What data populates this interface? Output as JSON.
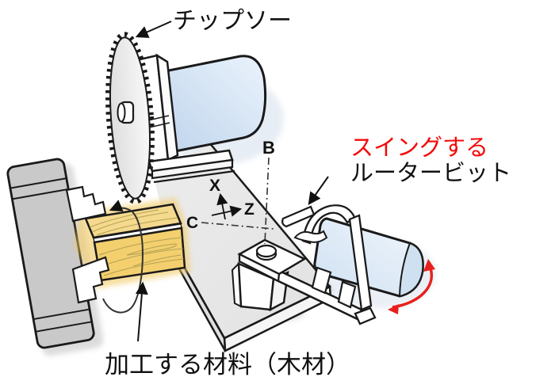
{
  "diagram": {
    "labels": {
      "saw": "チップソー",
      "swing_line1": "スイングする",
      "swing_line2": "ルータービット",
      "material": "加工する材料（木材）"
    },
    "axes": {
      "b": "B",
      "x": "X",
      "z": "Z",
      "c": "C"
    },
    "colors": {
      "label_red": "#f50808",
      "arrow_red": "#e8201d",
      "label_black": "#111111",
      "wood_top": "#f5d98d",
      "wood_front": "#f3cf6e",
      "wood_glow": "#f2c95e",
      "motor_blue_dark": "#bfd4ec",
      "motor_blue_light": "#eaf3fc",
      "table_gray": "#e9e9e9",
      "chuck_gray": "#c9c9c9",
      "outline": "#1a1a1a"
    }
  }
}
